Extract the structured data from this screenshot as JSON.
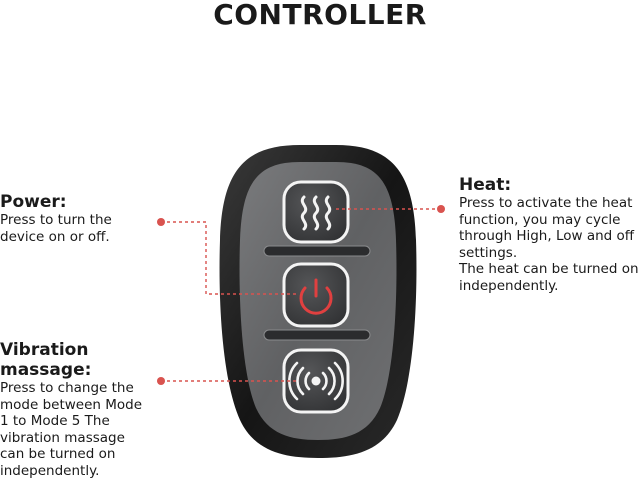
{
  "title": "CONTROLLER",
  "callouts": {
    "power": {
      "heading": "Power:",
      "text": "Press to turn the\ndevice on or off."
    },
    "heat": {
      "heading": "Heat:",
      "text": "Press to activate the heat\nfunction, you may cycle\nthrough High, Low and off\nsettings.\nThe heat can be turned on\nindependently."
    },
    "vibration": {
      "heading": "Vibration massage:",
      "text": "Press to change the\nmode between Mode\n1 to Mode 5 The\nvibration massage\ncan be turned on\nindependently."
    }
  },
  "colors": {
    "leader_line": "#d9534f",
    "power_icon": "#e04040",
    "button_ring": "#f4f4f4",
    "remote_body": "#1c1c1c",
    "remote_face": "#6b6c6e"
  },
  "icons": {
    "heat_button": "heat-waves-icon",
    "power_button": "power-icon",
    "vibration_button": "vibration-waves-icon"
  }
}
